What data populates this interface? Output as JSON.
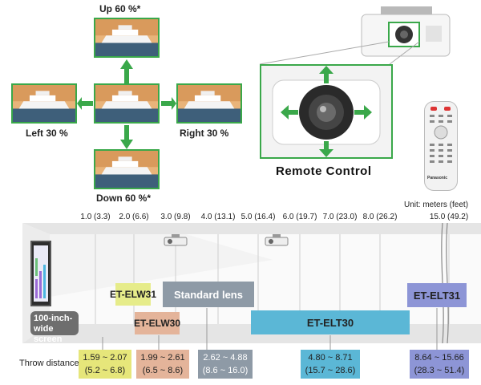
{
  "shift": {
    "up": "Up 60 %*",
    "down": "Down 60 %*",
    "left": "Left 30 %",
    "right": "Right 30 %"
  },
  "remote_control_label": "Remote Control",
  "remote_brand": "Panasonic",
  "unit_label": "Unit: meters (feet)",
  "scale_ticks": [
    "1.0 (3.3)",
    "2.0 (6.6)",
    "3.0 (9.8)",
    "4.0 (13.1)",
    "5.0 (16.4)",
    "6.0 (19.7)",
    "7.0 (23.0)",
    "8.0 (26.2)",
    "15.0 (49.2)"
  ],
  "screen_label": "100-inch-wide screen",
  "lenses": {
    "elw31": "ET-ELW31",
    "elw30": "ET-ELW30",
    "standard": "Standard lens",
    "elt30": "ET-ELT30",
    "elt31": "ET-ELT31"
  },
  "throw_label": "Throw distance",
  "throw_values": [
    {
      "m": "1.59 ~ 2.07",
      "ft": "(5.2 ~ 6.8)",
      "color": "#e6e67a"
    },
    {
      "m": "1.99 ~ 2.61",
      "ft": "(6.5 ~ 8.6)",
      "color": "#e4b49a"
    },
    {
      "m": "2.62 ~ 4.88",
      "ft": "(8.6 ~ 16.0)",
      "color": "#8e9aa6"
    },
    {
      "m": "4.80 ~ 8.71",
      "ft": "(15.7 ~ 28.6)",
      "color": "#5bb7d6"
    },
    {
      "m": "8.64 ~ 15.66",
      "ft": "(28.3 ~ 51.4)",
      "color": "#8d95d6"
    }
  ],
  "colors": {
    "green": "#3aa84a",
    "elw31": "#e6ec8a",
    "elw30": "#e4b49a",
    "standard": "#8e9aa6",
    "elt30": "#5bb7d6",
    "elt31": "#8d95d6"
  }
}
